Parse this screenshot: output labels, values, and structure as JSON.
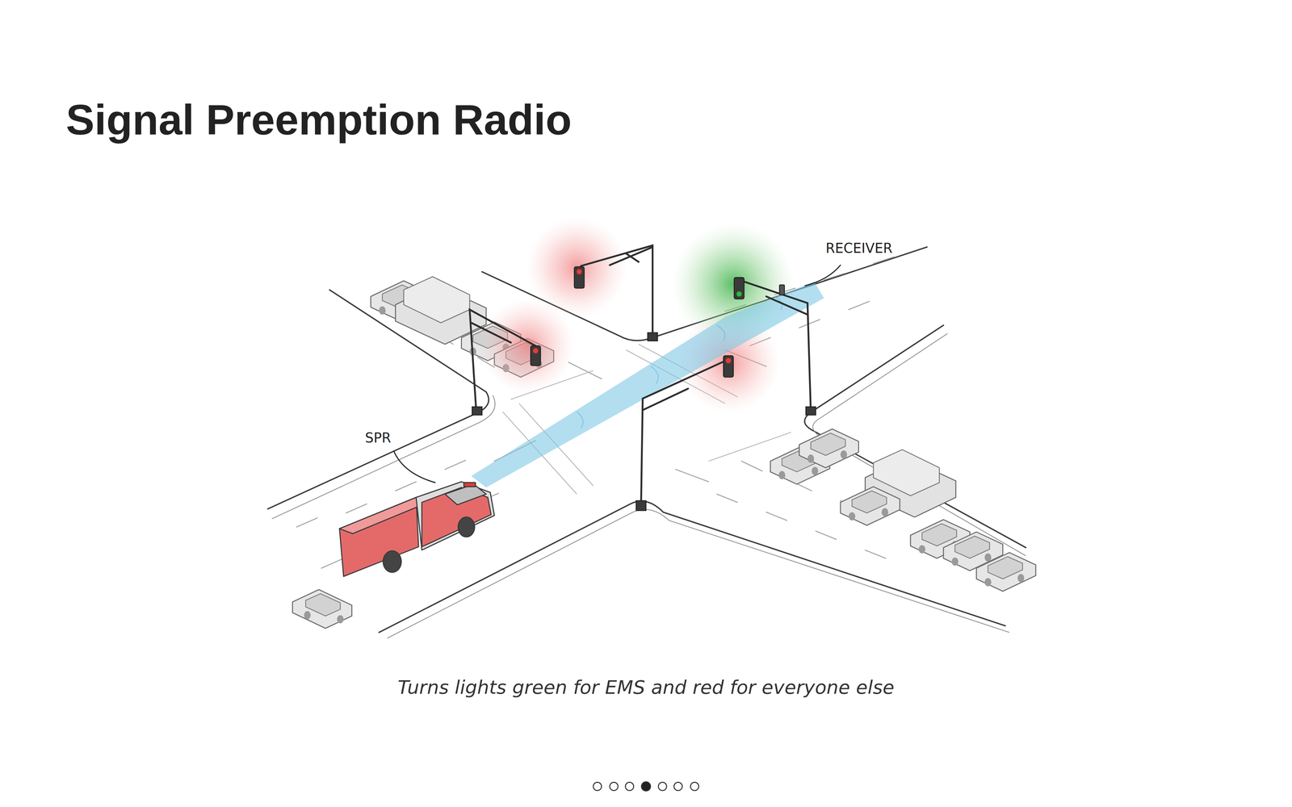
{
  "diagram": {
    "title": "Signal Preemption Radio",
    "caption": "Turns lights green for EMS and red for everyone else",
    "labels": [
      "RECEIVER",
      "SPR"
    ]
  }
}
